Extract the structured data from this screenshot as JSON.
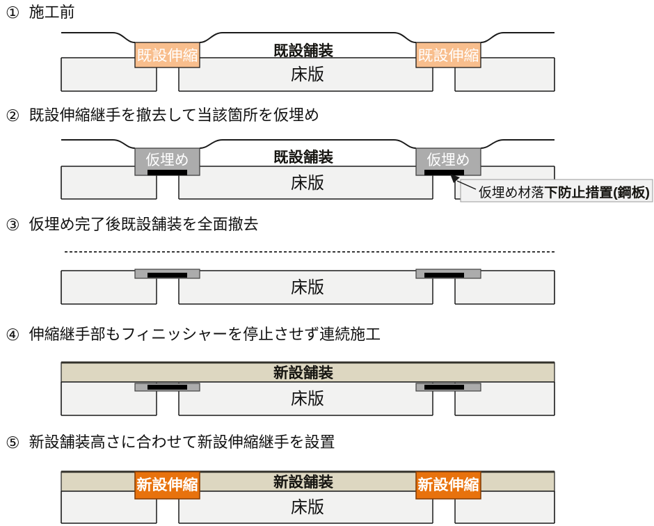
{
  "page": {
    "background": "#ffffff",
    "language": "ja"
  },
  "colors": {
    "existing_joint_fill": "#F8BE8D",
    "new_joint_fill": "#E8720D",
    "new_joint_border": "#7F3A05",
    "temp_fill_gray": "#ACACAC",
    "pavement_beige": "#DDD7C1",
    "slab_fill": "#F2F2F1",
    "steel_plate_black": "#000000",
    "line_black": "#1A1A1A"
  },
  "steps": [
    {
      "number": "①",
      "title": "施工前",
      "labels": {
        "pavement": "既設舗装",
        "slab": "床版",
        "joint_left": "既設伸縮",
        "joint_right": "既設伸縮"
      }
    },
    {
      "number": "②",
      "title": "既設伸縮継手を撤去して当該箇所を仮埋め",
      "labels": {
        "pavement": "既設舗装",
        "slab": "床版",
        "fill_left": "仮埋め",
        "fill_right": "仮埋め",
        "annotation_normal": "仮埋め材落",
        "annotation_bold": "下防止措置(鋼板)"
      }
    },
    {
      "number": "③",
      "title": "仮埋め完了後既設舗装を全面撤去",
      "labels": {
        "slab": "床版"
      }
    },
    {
      "number": "④",
      "title": "伸縮継手部もフィニッシャーを停止させず連続施工",
      "labels": {
        "pavement": "新設舗装",
        "slab": "床版"
      }
    },
    {
      "number": "⑤",
      "title": "新設舗装高さに合わせて新設伸縮継手を設置",
      "labels": {
        "pavement": "新設舗装",
        "slab": "床版",
        "joint_left": "新設伸縮",
        "joint_right": "新設伸縮"
      }
    }
  ]
}
